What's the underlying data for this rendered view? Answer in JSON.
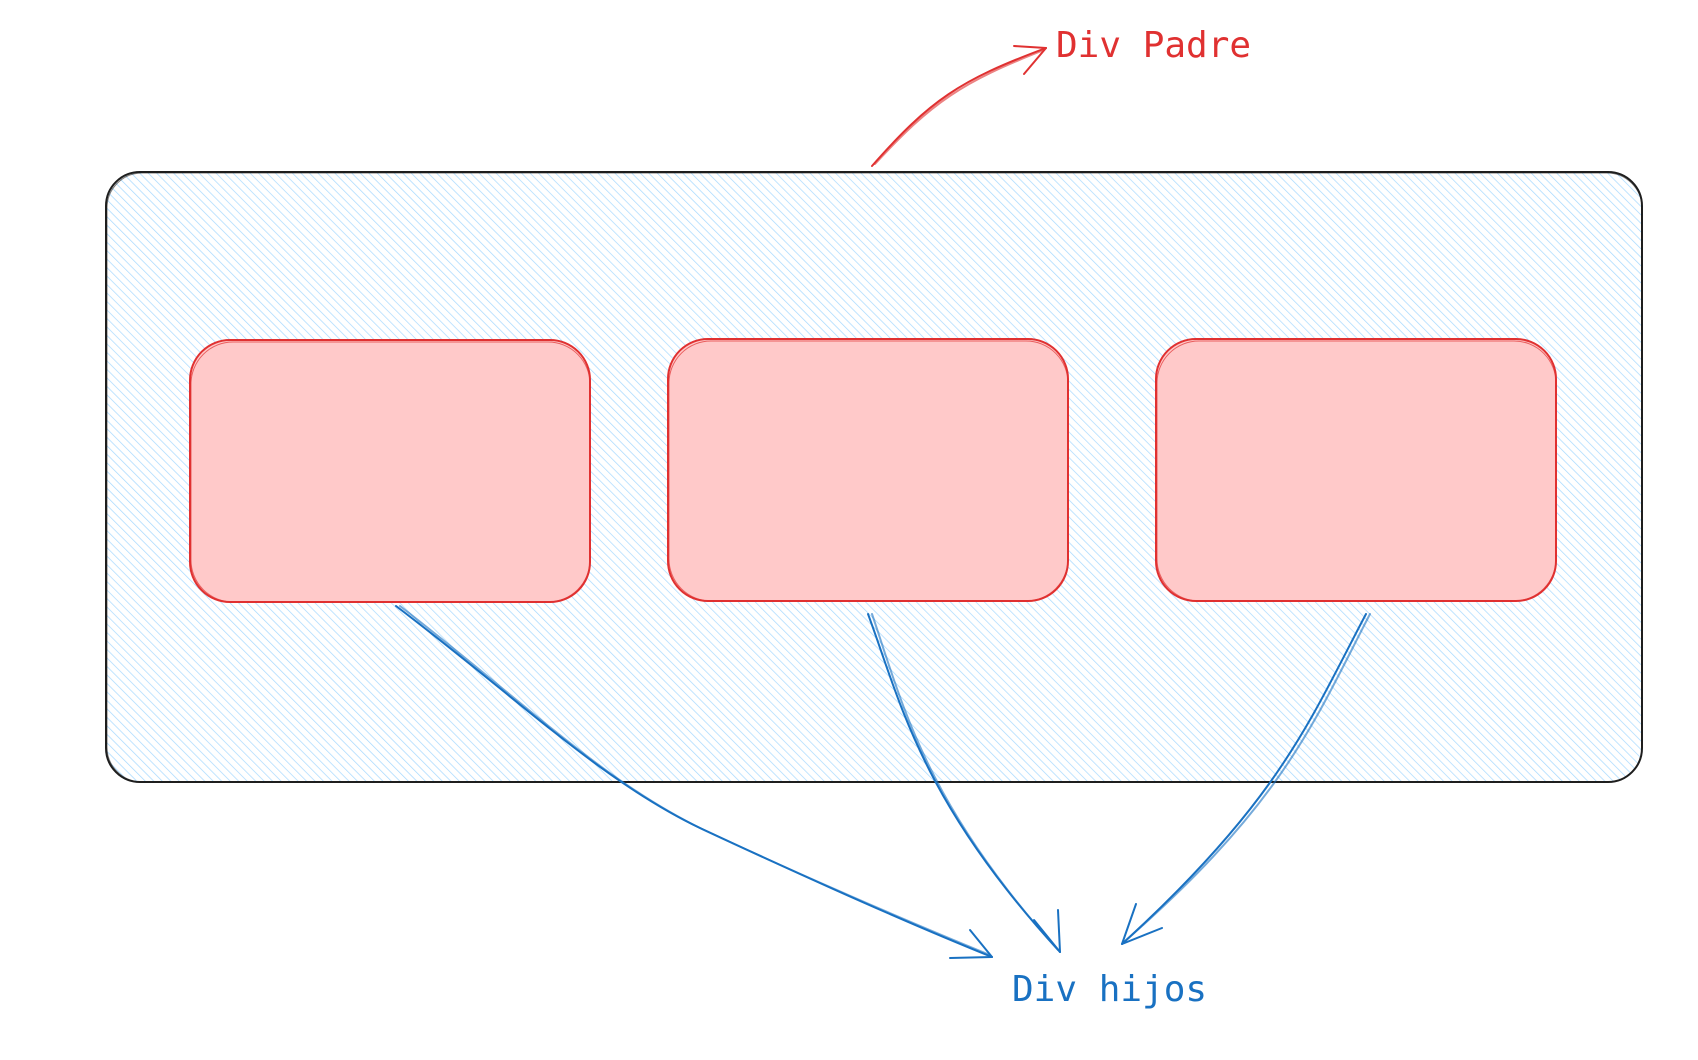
{
  "diagram": {
    "parent_label": "Div Padre",
    "children_label": "Div hijos",
    "child_count": 3
  },
  "colors": {
    "parent_fill": "#a5d8ff",
    "parent_stroke": "#1e1e1e",
    "child_fill": "#ffc9c9",
    "child_stroke": "#e03131",
    "parent_arrow": "#e03131",
    "children_arrow": "#1971c2"
  }
}
